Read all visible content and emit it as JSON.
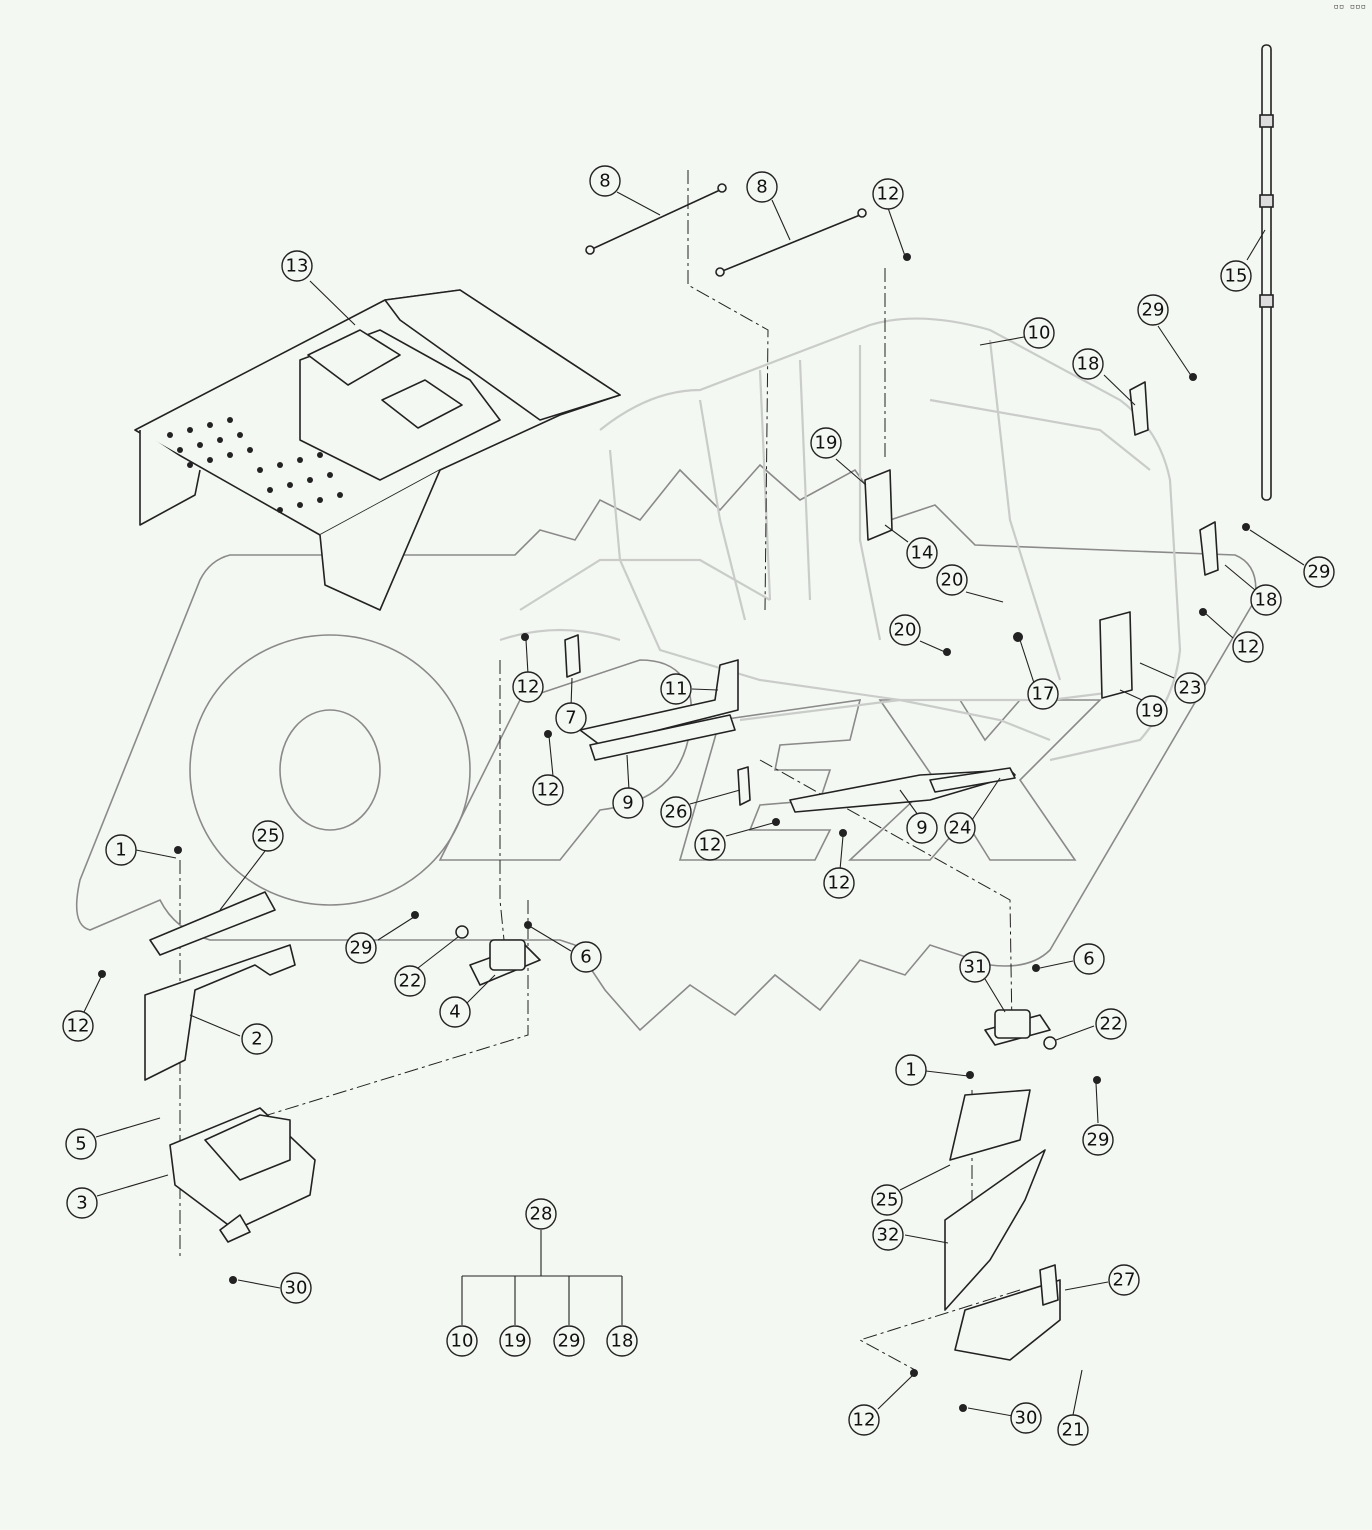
{
  "corner_mark": "▫▫ ▫▫▫",
  "callouts": {
    "c8a": "8",
    "c8b": "8",
    "c12_top": "12",
    "c13": "13",
    "c15": "15",
    "c29_top": "29",
    "c10": "10",
    "c18_top": "18",
    "c19_top": "19",
    "c14": "14",
    "c29_right": "29",
    "c18_right": "18",
    "c20_a": "20",
    "c20_b": "20",
    "c12_right": "12",
    "c23": "23",
    "c17": "17",
    "c19_right": "19",
    "c12_a": "12",
    "c7": "7",
    "c11": "11",
    "c12_b": "12",
    "c9_left": "9",
    "c26": "26",
    "c12_c": "12",
    "c9_right": "9",
    "c24": "24",
    "c12_d": "12",
    "c1_left": "1",
    "c25_left": "25",
    "c29_mid": "29",
    "c22_left": "22",
    "c6_left": "6",
    "c4": "4",
    "c12_e": "12",
    "c2": "2",
    "c5": "5",
    "c3": "3",
    "c30_left": "30",
    "c28": "28",
    "c10_b": "10",
    "c19_b": "19",
    "c29_b": "29",
    "c18_b": "18",
    "c31": "31",
    "c6_right": "6",
    "c22_right": "22",
    "c1_right": "1",
    "c29_low": "29",
    "c25_right": "25",
    "c32": "32",
    "c27": "27",
    "c12_low": "12",
    "c30_right": "30",
    "c21": "21"
  },
  "kit_group": {
    "parent": "28",
    "members": [
      "10",
      "19",
      "29",
      "18"
    ]
  }
}
